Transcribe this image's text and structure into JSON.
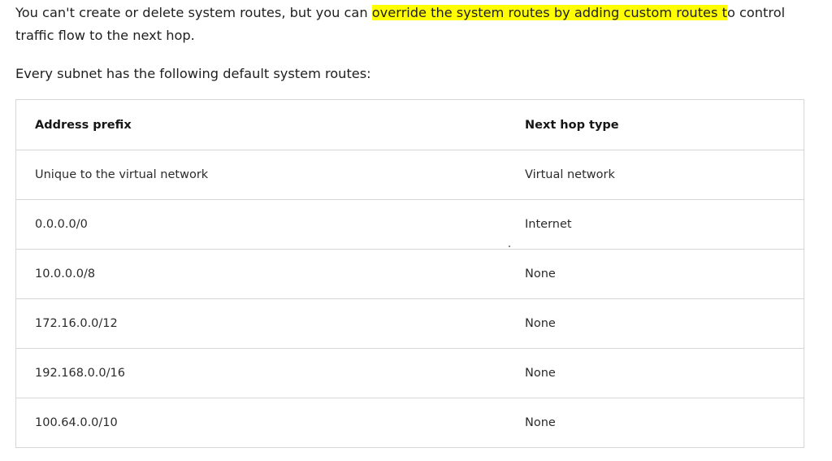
{
  "intro": {
    "before": "You can't create or delete system routes, but you can ",
    "highlight": "override the system routes by adding custom routes t",
    "after": "o control traffic flow to the next hop."
  },
  "lead": "Every subnet has the following default system routes:",
  "table": {
    "headers": [
      "Address prefix",
      "Next hop type"
    ],
    "rows": [
      [
        "Unique to the virtual network",
        "Virtual network"
      ],
      [
        "0.0.0.0/0",
        "Internet"
      ],
      [
        "10.0.0.0/8",
        "None"
      ],
      [
        "172.16.0.0/12",
        "None"
      ],
      [
        "192.168.0.0/16",
        "None"
      ],
      [
        "100.64.0.0/10",
        "None"
      ]
    ]
  },
  "colors": {
    "highlight": "#ffff00",
    "border": "#d6d6d6",
    "text": "#1f1f1f"
  }
}
